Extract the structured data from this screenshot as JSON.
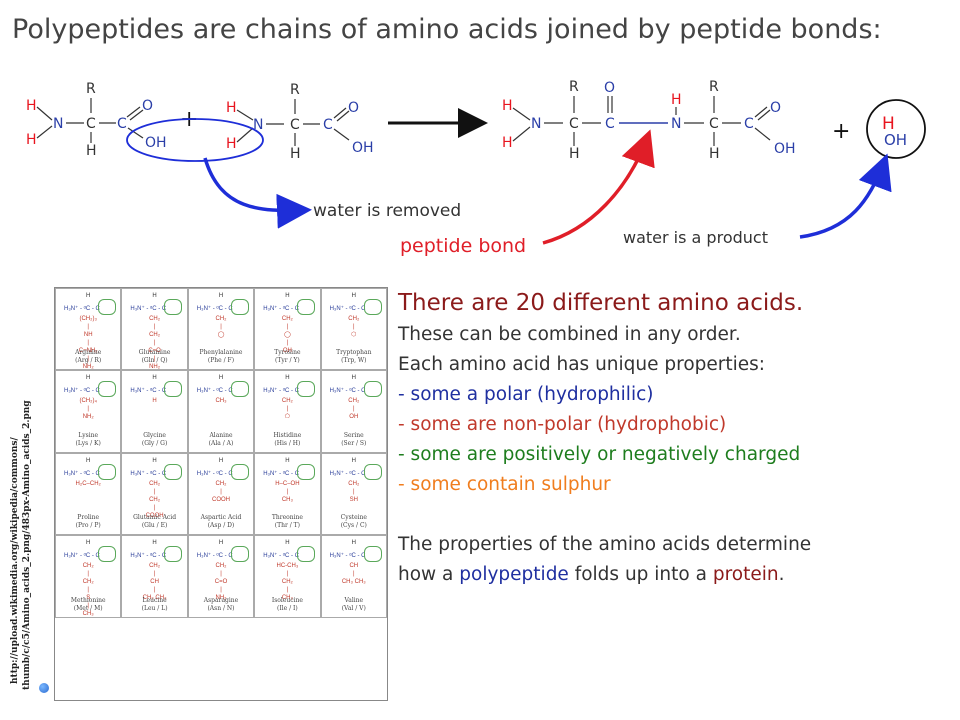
{
  "title": "Polypeptides are chains of amino acids joined by peptide bonds:",
  "reaction": {
    "atoms": {
      "H": "H",
      "N": "N",
      "C": "C",
      "R": "R",
      "O": "O",
      "OH": "OH"
    },
    "plus": "+",
    "water_removed": "water is removed",
    "peptide_bond": "peptide bond",
    "water_product": "water is a product",
    "water_H": "H",
    "water_OH": "OH"
  },
  "right_panel": {
    "heading": "There are 20 different amino acids.",
    "line1": "These can be combined in any order.",
    "line2": "Each amino acid has unique properties:",
    "bullet_polar": "- some a polar (hydrophilic)",
    "bullet_nonpolar": "- some are non-polar (hydrophobic)",
    "bullet_charged": "- some are positively or negatively charged",
    "bullet_sulphur": "- some contain sulphur",
    "para_a": "The properties of the amino acids determine",
    "para_b_pre": "how a ",
    "para_b_poly": "polypeptide",
    "para_b_mid": " folds up into a ",
    "para_b_prot": "protein",
    "para_b_end": "."
  },
  "amino_acids": [
    {
      "name": "Arginine",
      "abbr": "(Arg / R)"
    },
    {
      "name": "Glutamine",
      "abbr": "(Gln / Q)"
    },
    {
      "name": "Phenylalanine",
      "abbr": "(Phe / F)"
    },
    {
      "name": "Tyrosine",
      "abbr": "(Tyr / Y)"
    },
    {
      "name": "Tryptophan",
      "abbr": "(Trp, W)"
    },
    {
      "name": "Lysine",
      "abbr": "(Lys / K)"
    },
    {
      "name": "Glycine",
      "abbr": "(Gly / G)"
    },
    {
      "name": "Alanine",
      "abbr": "(Ala / A)"
    },
    {
      "name": "Histidine",
      "abbr": "(His / H)"
    },
    {
      "name": "Serine",
      "abbr": "(Ser / S)"
    },
    {
      "name": "Proline",
      "abbr": "(Pro / P)"
    },
    {
      "name": "Glutamic Acid",
      "abbr": "(Glu / E)"
    },
    {
      "name": "Aspartic Acid",
      "abbr": "(Asp / D)"
    },
    {
      "name": "Threonine",
      "abbr": "(Thr / T)"
    },
    {
      "name": "Cysteine",
      "abbr": "(Cys / C)"
    },
    {
      "name": "Methionine",
      "abbr": "(Met / M)"
    },
    {
      "name": "Leucine",
      "abbr": "(Leu / L)"
    },
    {
      "name": "Asparagine",
      "abbr": "(Asn / N)"
    },
    {
      "name": "Isoleucine",
      "abbr": "(Ile / I)"
    },
    {
      "name": "Valine",
      "abbr": "(Val / V)"
    }
  ],
  "cell_top": "H",
  "cell_backbone": "H₃N⁺ - ᵅC - C",
  "chains": [
    "(CH₂)₃|NH|C=NH₂|NH₂",
    "CH₂|CH₂|C=O|NH₂",
    "CH₂|◯",
    "CH₂|◯|OH",
    "CH₂|⬡",
    "(CH₂)₄|NH₂",
    "H",
    "CH₃",
    "CH₂|⬠",
    "CH₂|OH",
    "H₂C–CH₂",
    "CH₂|CH₂|COOH",
    "CH₂|COOH",
    "H–C–OH|CH₃",
    "CH₂|SH",
    "CH₂|CH₂|S|CH₃",
    "CH₂|CH|CH₃ CH₃",
    "CH₂|C=O|NH₂",
    "HC-CH₃|CH₂|CH₃",
    "CH|CH₃ CH₃"
  ],
  "source_line1": "http://upload.wikimedia.org/wikipedia/commons/",
  "source_line2": "thumb/c/c5/Amino_acids_2.png/483px-Amino_acids_2.png",
  "colors": {
    "title": "#444444",
    "heading": "#8b1a1a",
    "polar": "#1f2fa0",
    "nonpolar": "#c0392b",
    "charged": "#1e7d1e",
    "sulphur": "#f07d1e",
    "atom_red": "#e8141e",
    "atom_blue": "#2b3fa8",
    "arrow_blue": "#1e2ed8",
    "arrow_red": "#e01e28"
  }
}
